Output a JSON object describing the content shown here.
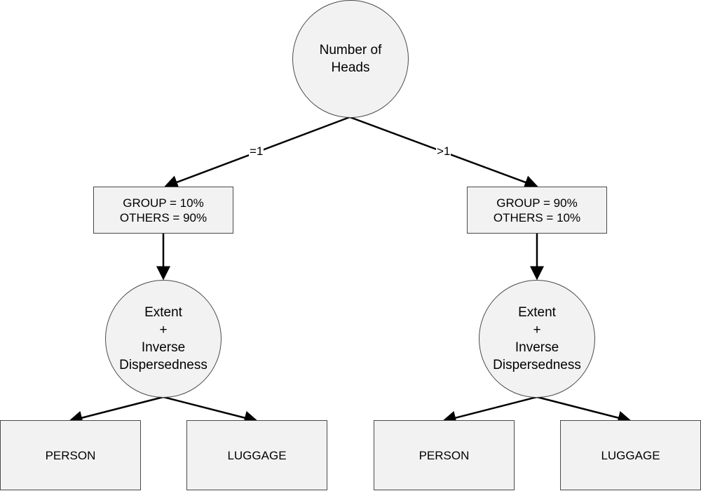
{
  "root": {
    "lines": [
      "Number of",
      "Heads"
    ]
  },
  "edges": {
    "left_label": "=1",
    "right_label": ">1"
  },
  "left_branch": {
    "box_lines": [
      "GROUP = 10%",
      "OTHERS = 90%"
    ],
    "decision_lines": [
      "Extent",
      "+",
      "Inverse",
      "Dispersedness"
    ],
    "leaf_person": "PERSON",
    "leaf_luggage": "LUGGAGE"
  },
  "right_branch": {
    "box_lines": [
      "GROUP = 90%",
      "OTHERS = 10%"
    ],
    "decision_lines": [
      "Extent",
      "+",
      "Inverse",
      "Dispersedness"
    ],
    "leaf_person": "PERSON",
    "leaf_luggage": "LUGGAGE"
  }
}
